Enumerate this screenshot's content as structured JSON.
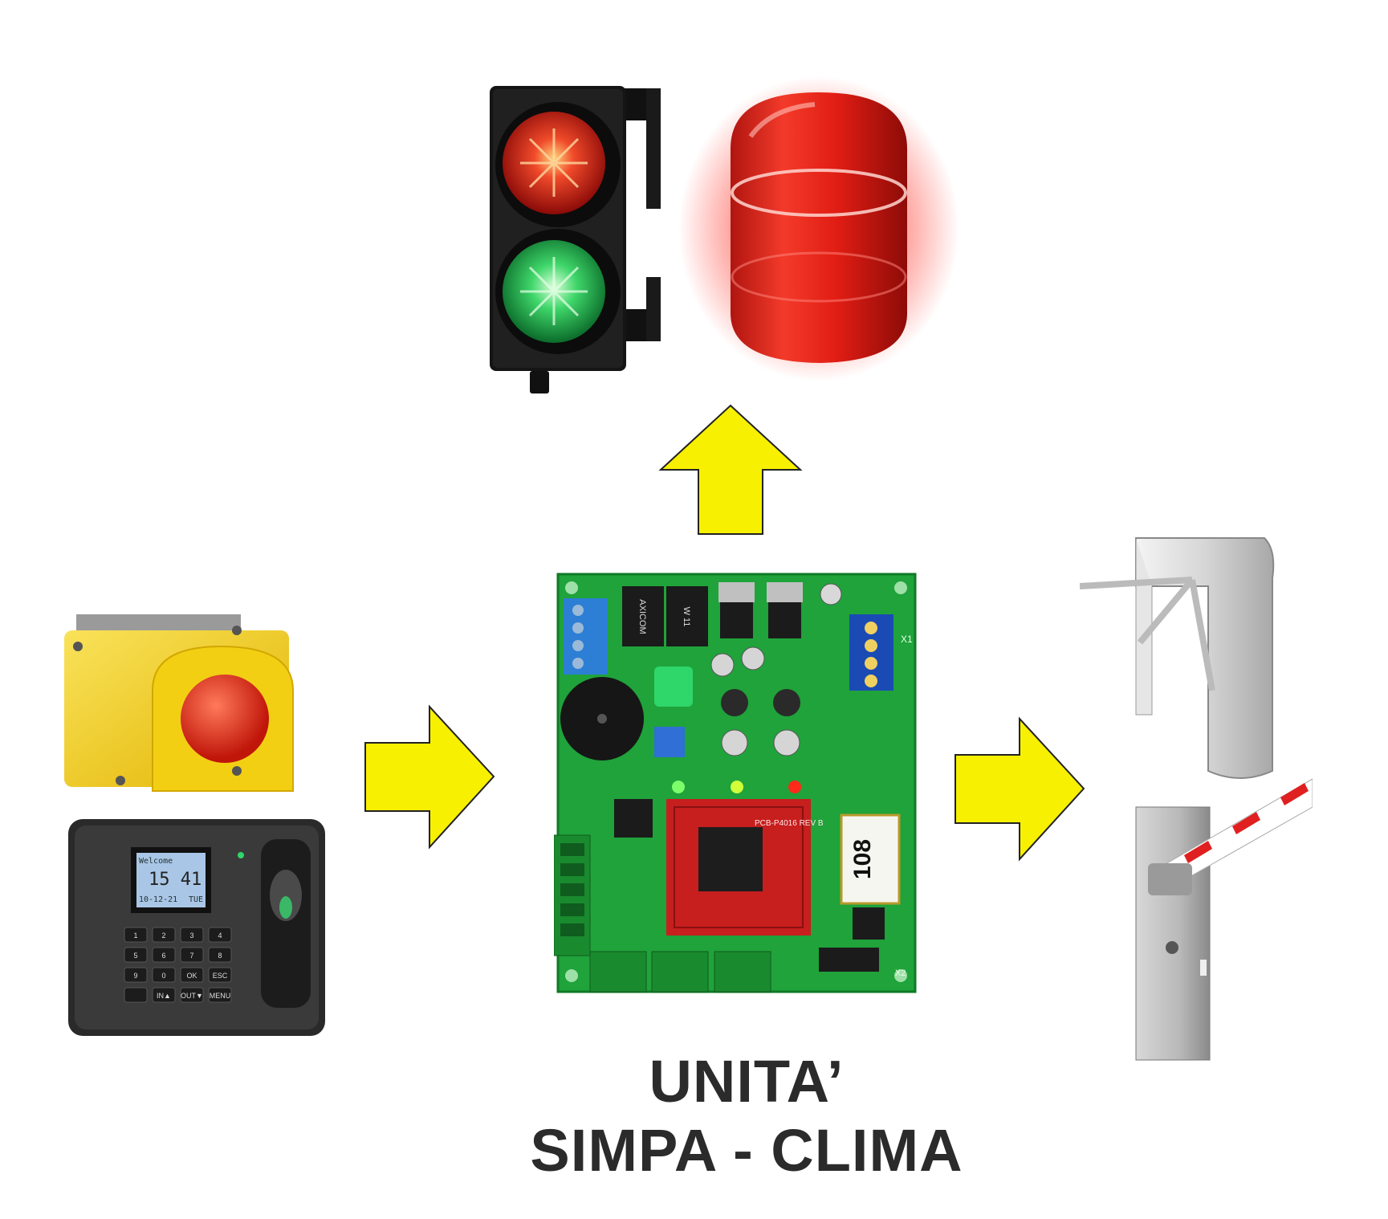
{
  "title": {
    "line1": "UNITA’",
    "line2": "SIMPA - CLIMA"
  },
  "colors": {
    "arrow_fill": "#f7f000",
    "arrow_stroke": "#222222",
    "pcb_green": "#1fa33a",
    "beacon_red": "#e8231c",
    "button_yellow": "#f3cf14"
  },
  "devices": {
    "traffic_light": "traffic-light-icon",
    "beacon": "red-beacon-icon",
    "push_button": "emergency-button-icon",
    "fingerprint_terminal": "fingerprint-terminal-icon",
    "turnstile": "turnstile-icon",
    "barrier": "road-barrier-icon",
    "control_board": "control-board-icon"
  },
  "terminal": {
    "welcome": "Welcome",
    "time": "15 41",
    "date": "10-12-21",
    "day": "TUE",
    "keys": [
      "1",
      "2",
      "3",
      "4",
      "5",
      "6",
      "7",
      "8",
      "9",
      "0",
      "OK",
      "ESC",
      "IN▲",
      "OUT▼",
      "MENU"
    ]
  },
  "board": {
    "relay_brand": "AXICOM",
    "relay_model": "W 11",
    "label": "108",
    "pcb_code": "PCB-P4016 REV B",
    "connector_x1": "X1",
    "connector_x2": "X2"
  }
}
